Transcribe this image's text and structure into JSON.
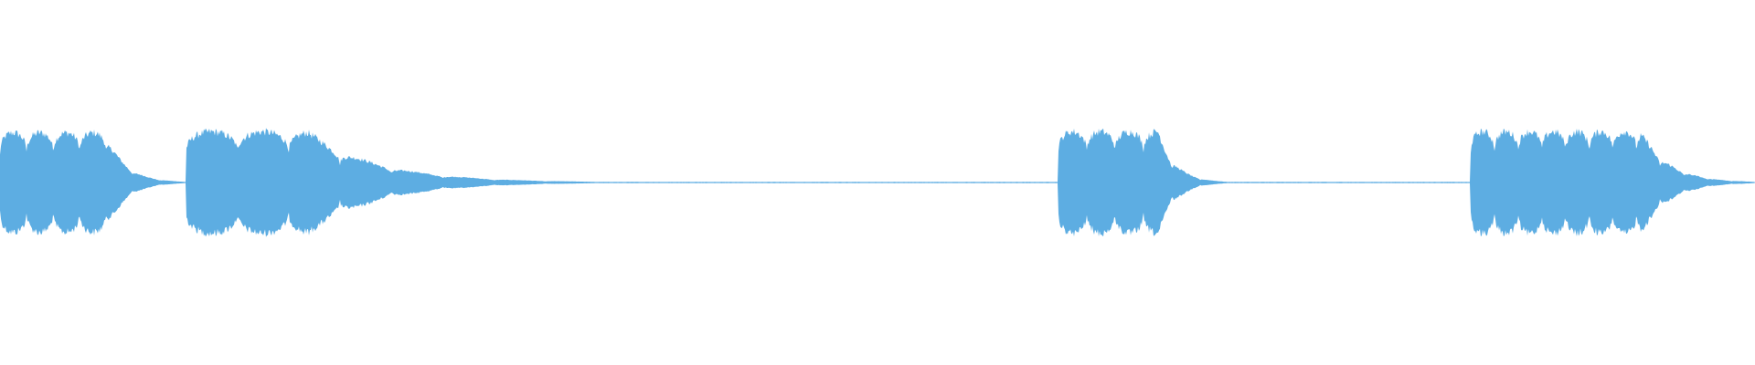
{
  "waveform": {
    "color": "#5dade2",
    "background": "#ffffff",
    "amplitude_peak": 1.0,
    "bursts": [
      {
        "start": 0.0,
        "end": 0.106,
        "decay_from": 0.06,
        "pulses": 7,
        "peak": 0.98
      },
      {
        "start": 0.106,
        "end": 0.34,
        "decay_from": 0.175,
        "pulses": 8,
        "peak": 1.0
      },
      {
        "start": 0.603,
        "end": 0.7,
        "decay_from": 0.66,
        "pulses": 6,
        "peak": 1.0
      },
      {
        "start": 0.838,
        "end": 1.0,
        "decay_from": 0.935,
        "pulses": 12,
        "peak": 1.0
      }
    ],
    "noise_floor": 0.012
  }
}
